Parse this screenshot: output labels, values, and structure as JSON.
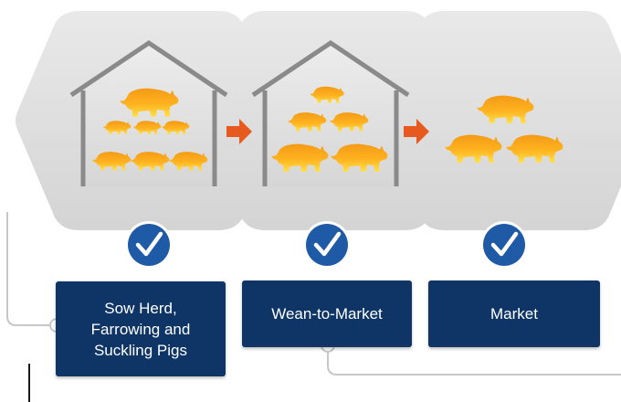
{
  "colors": {
    "hexagon_fill": "#dcdcdc",
    "hexagon_shade": "#c9c9c9",
    "barn_outline": "#8a8a8a",
    "pig_orange": "#f7a21b",
    "pig_yellow": "#ffd23a",
    "arrow": "#e65a1f",
    "check_circle": "#1f5aa6",
    "label_bg": "#0e3565",
    "label_text": "#ffffff",
    "connector_line": "#c7c7c7",
    "edge_bar": "#1a1a1a"
  },
  "stages": [
    {
      "label": "Sow Herd,\nFarrowing and\nSuckling Pigs",
      "icon": "barn-with-sow-and-piglets-icon",
      "status_icon": "checkmark-icon"
    },
    {
      "label": "Wean-to-Market",
      "icon": "barn-with-growing-pigs-icon",
      "status_icon": "checkmark-icon"
    },
    {
      "label": "Market",
      "icon": "market-pigs-icon",
      "status_icon": "checkmark-icon"
    }
  ],
  "flow_arrows": [
    "arrow-right-icon",
    "arrow-right-icon"
  ]
}
